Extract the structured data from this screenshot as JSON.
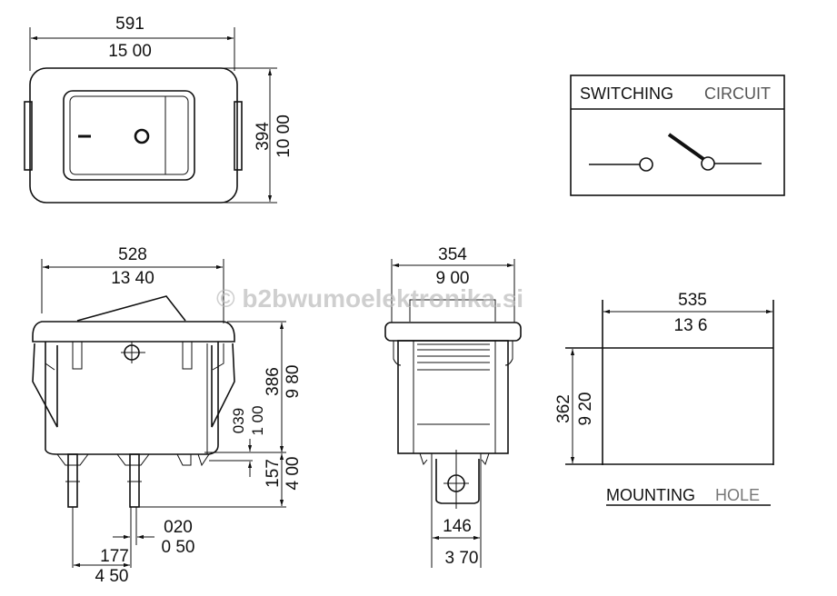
{
  "top_view": {
    "width_in": "591",
    "width_mm": "15 00",
    "height_in": "394",
    "height_mm": "10 00",
    "rocker_off_symbol": "–",
    "rocker_on_symbol": "O"
  },
  "switching_circuit": {
    "title_bold": "SWITCHING",
    "title_light": "CIRCUIT"
  },
  "side_view": {
    "width_in": "528",
    "width_mm": "13 40",
    "height_in": "386",
    "height_mm": "9 80",
    "step_in": "039",
    "step_mm": "1 00",
    "terminal_len_in": "157",
    "terminal_len_mm": "4 00",
    "terminal_thick_in": "020",
    "terminal_thick_mm": "0 50",
    "terminal_pitch_in": "177",
    "terminal_pitch_mm": "4 50"
  },
  "end_view": {
    "width_in": "354",
    "width_mm": "9 00",
    "terminal_width_in": "146",
    "terminal_width_mm": "3 70"
  },
  "mounting_hole": {
    "width_in": "535",
    "width_mm": "13 6",
    "height_in": "362",
    "height_mm": "9 20",
    "label_bold": "MOUNTING",
    "label_light": "HOLE"
  },
  "watermark": "© b2bwumoelektronika.si"
}
